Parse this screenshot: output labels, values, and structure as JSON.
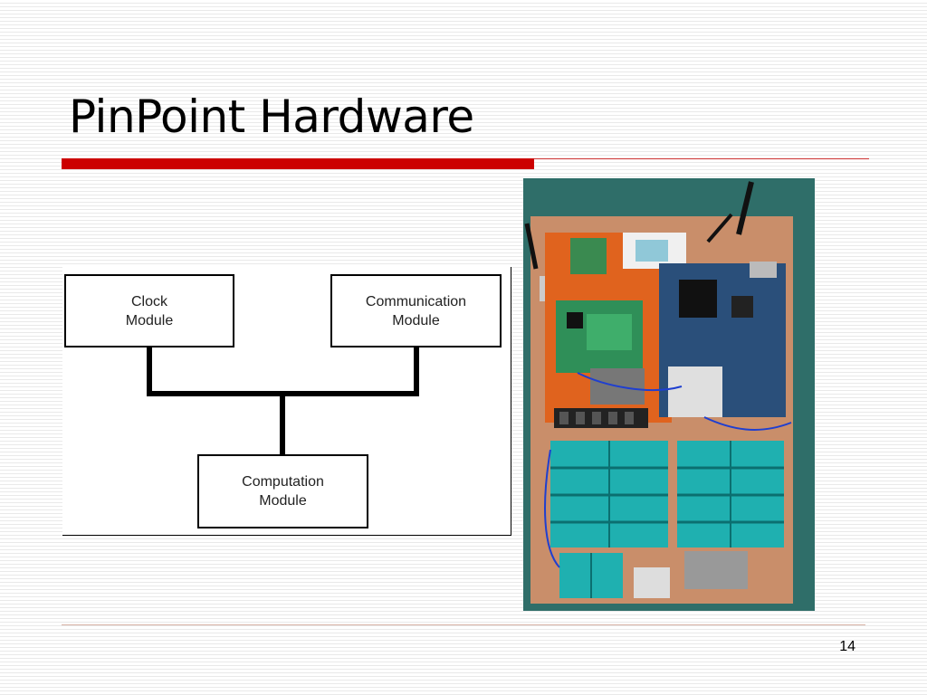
{
  "slide": {
    "title": "PinPoint Hardware",
    "page_number": "14",
    "accent_color": "#cc0000"
  },
  "diagram": {
    "modules": {
      "clock": "Clock\nModule",
      "communication": "Communication\nModule",
      "computation": "Computation\nModule"
    }
  },
  "photo": {
    "content": "hardware-board-photo"
  }
}
